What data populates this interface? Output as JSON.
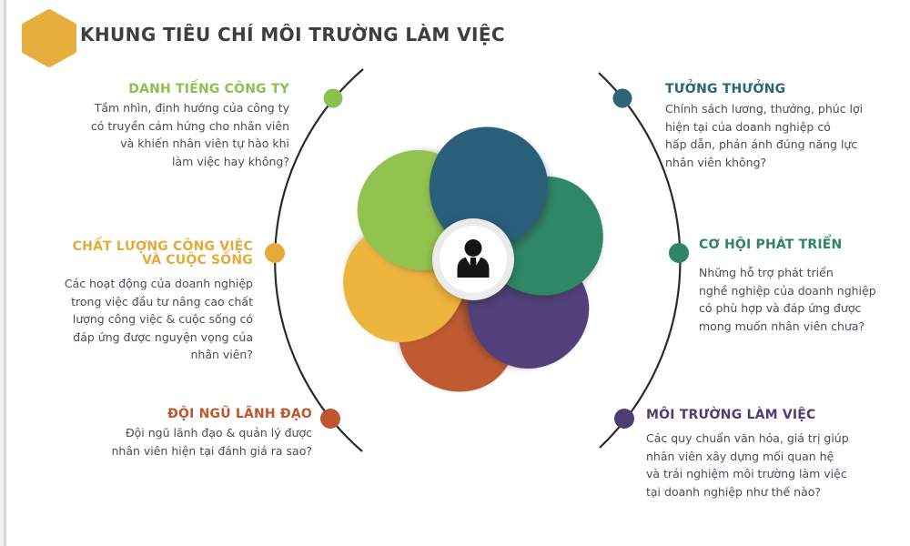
{
  "header": {
    "title": "KHUNG TIÊU CHÍ MÔI TRƯỜNG LÀM VIỆC",
    "hexagon_color": "#e6af3d"
  },
  "arc_color": "#2b2b2b",
  "hub": {
    "ring_color": "#ebebeb",
    "face_color": "#ffffff",
    "icon": "business-person-icon",
    "icon_color": "#151515"
  },
  "flower": {
    "petals": [
      {
        "name": "doi-ngu-lanh-dao",
        "color": "#c05a31"
      },
      {
        "name": "moi-truong-lam-viec",
        "color": "#51407a"
      },
      {
        "name": "chat-luong-cong-viec",
        "color": "#edb43e"
      },
      {
        "name": "co-hoi-phat-trien",
        "color": "#2e8765"
      },
      {
        "name": "danh-tieng-cong-ty",
        "color": "#92c34f"
      },
      {
        "name": "tuong-thuong",
        "color": "#295f79"
      }
    ]
  },
  "sections": [
    {
      "title": "DANH TIẾNG CÔNG TY",
      "color": "#8cc152",
      "lines": [
        "Tầm nhìn, định hướng của công ty",
        "có truyền cảm hứng cho nhân viên",
        "và khiến nhân viên tự hào khi",
        "làm việc hay không?"
      ]
    },
    {
      "title": "TƯỞNG THƯỞNG",
      "color": "#2c6478",
      "lines": [
        "Chính sách lương, thưởng, phúc lợi",
        "hiện tại của doanh nghiệp có",
        "hấp dẫn, phản ánh đúng năng lực",
        "nhân viên không?"
      ]
    },
    {
      "title_lines": [
        "CHẤT LƯỢNG CÔNG VIỆC",
        "VÀ CUỘC SỐNG"
      ],
      "color": "#e4aa3a",
      "lines": [
        "Các hoạt động của doanh nghiệp",
        "trong việc đầu tư nâng cao chất",
        "lượng công việc & cuộc sống có",
        "đáp ứng được nguyện vọng của",
        "nhân viên?"
      ]
    },
    {
      "title": "CƠ HỘI PHÁT TRIỂN",
      "color": "#2e8465",
      "lines": [
        "Những hỗ trợ phát triển",
        "nghề nghiệp của doanh nghiệp",
        "có phù hợp và đáp ứng được",
        "mong muốn nhân viên chưa?"
      ]
    },
    {
      "title": "ĐỘI NGŨ LÃNH ĐẠO",
      "color": "#c1552f",
      "lines": [
        "Đội ngũ lãnh đạo & quản lý được",
        "nhân viên hiện tại đánh giá ra sao?"
      ]
    },
    {
      "title": "MÔI TRƯỜNG LÀM VIỆC",
      "color": "#4e3d73",
      "lines": [
        "Các quy chuẩn văn hóa, giá trị giúp",
        "nhân viên xây dựng mối quan hệ",
        "và trải nghiệm môi trường làm việc",
        "tại doanh nghiệp như thế nào?"
      ]
    }
  ]
}
